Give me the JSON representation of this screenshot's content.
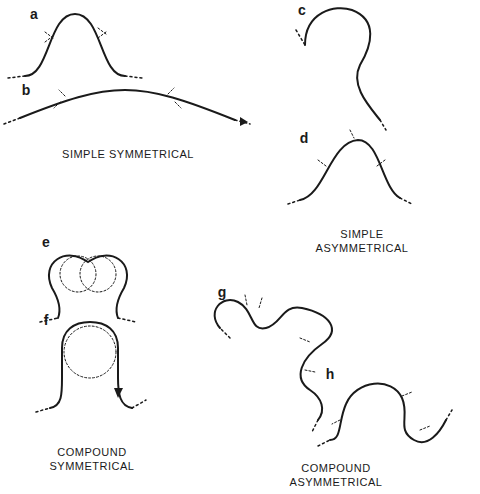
{
  "diagram": {
    "labels": [
      "a",
      "b",
      "SIMPLE SYMMETRICAL",
      "c",
      "d",
      "SIMPLE ASYMMETRICAL",
      "e",
      "f",
      "COMPOUND SYMMETRICAL",
      "g",
      "h",
      "COMPOUND ASYMMETRICAL"
    ]
  }
}
